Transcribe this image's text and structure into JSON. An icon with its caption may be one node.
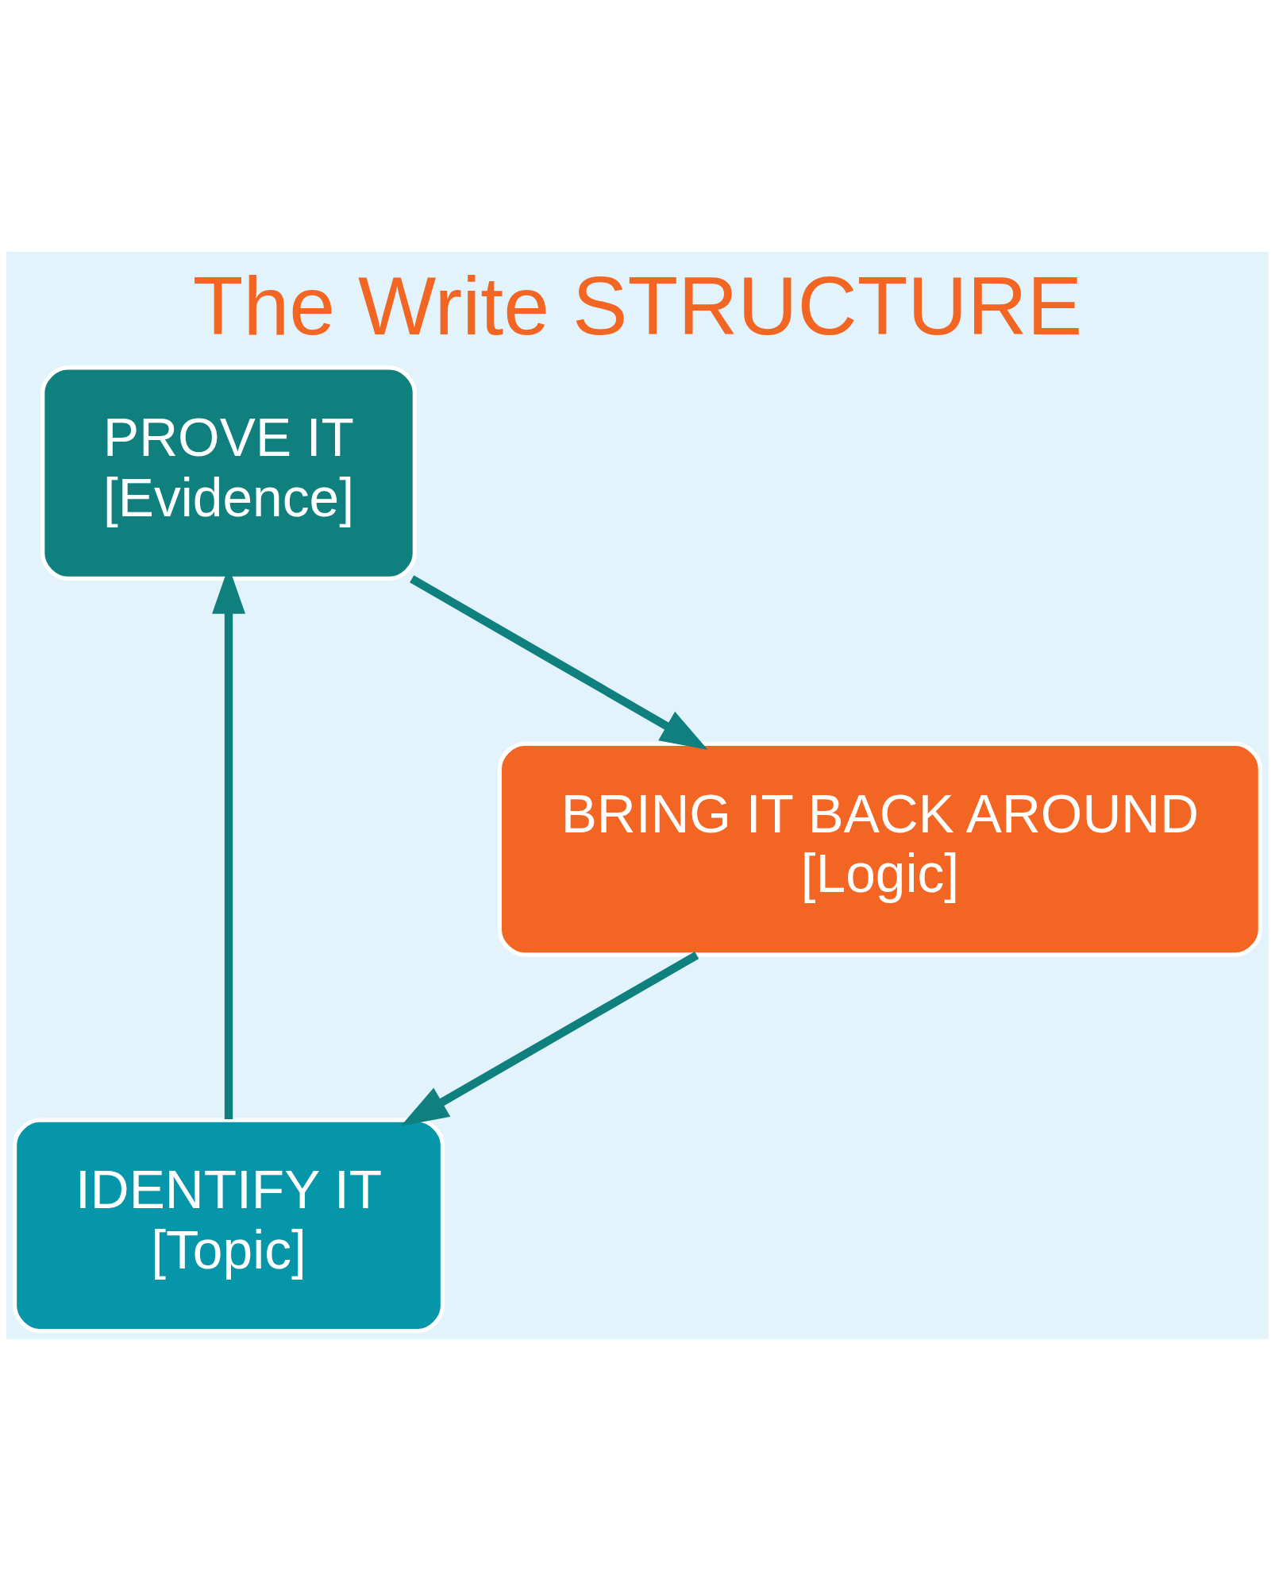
{
  "diagram": {
    "title": "The Write STRUCTURE",
    "nodes": [
      {
        "text": [
          "IDENTIFY IT",
          "[Topic]"
        ]
      },
      {
        "text": [
          "PROVE IT",
          "[Evidence]"
        ]
      },
      {
        "text": [
          "BRING IT BACK AROUND",
          "[Logic]"
        ]
      }
    ],
    "edges": [
      {
        "from": 0,
        "to": 1,
        "arrow": "to"
      },
      {
        "from": 1,
        "to": 2,
        "arrow": "to"
      },
      {
        "from": 2,
        "to": 0,
        "arrow": "to"
      }
    ]
  }
}
